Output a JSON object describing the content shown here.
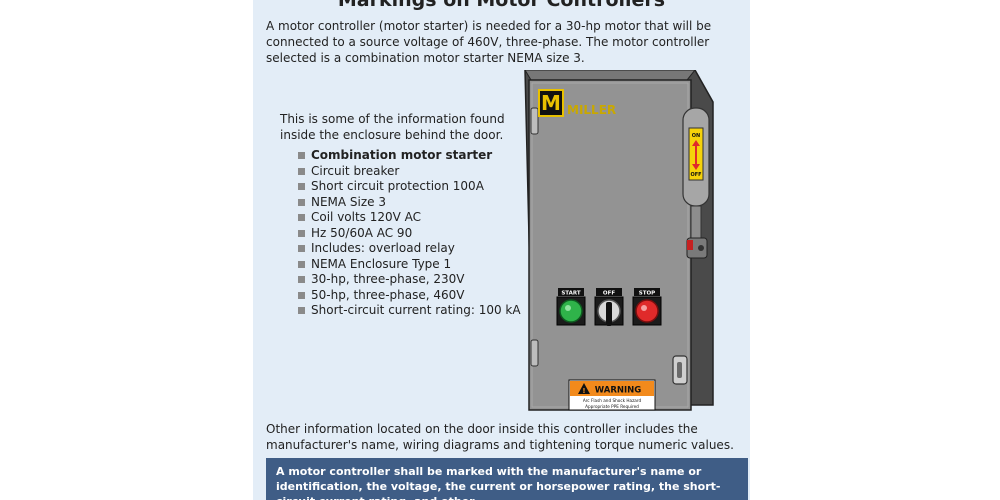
{
  "title": "Markings on Motor Controllers",
  "intro": "A motor controller (motor starter) is needed for a 30-hp motor that will be connected to a source voltage of 460V, three-phase. The motor controller selected is a combination motor starter NEMA size 3.",
  "enclosure_note": "This is some of the information found inside the enclosure behind the door.",
  "specs": [
    "Combination motor starter",
    "Circuit breaker",
    "Short circuit protection 100A",
    "NEMA Size 3",
    "Coil volts 120V AC",
    "Hz 50/60A AC 90",
    "Includes: overload relay",
    "NEMA Enclosure Type 1",
    "30-hp, three-phase, 230V",
    "50-hp, three-phase, 460V",
    "Short-circuit current rating: 100 kA"
  ],
  "cabinet": {
    "logo_letter": "M",
    "brand": "MILLER",
    "switch_on": "ON",
    "switch_off": "OFF",
    "start_label": "START",
    "selector_label": "OFF",
    "stop_label": "STOP",
    "warning_title": "WARNING",
    "warning_line1": "Arc Flash and Shock Hazard",
    "warning_line2": "Appropriate PPE Required"
  },
  "outro": "Other information located on the door inside this controller includes the manufacturer's name, wiring diagrams and tightening torque numeric values.",
  "callout": "A motor controller shall be marked with the manufacturer's name or identification, the voltage, the current or horsepower rating, the short-circuit current rating, and other",
  "colors": {
    "panel_bg": "#e3edf7",
    "callout_bg": "#3f5d86",
    "cabinet_gray": "#8f8f8f",
    "start_green": "#2fb34a",
    "stop_red": "#e02a2a",
    "warning_orange": "#f28a1c"
  }
}
